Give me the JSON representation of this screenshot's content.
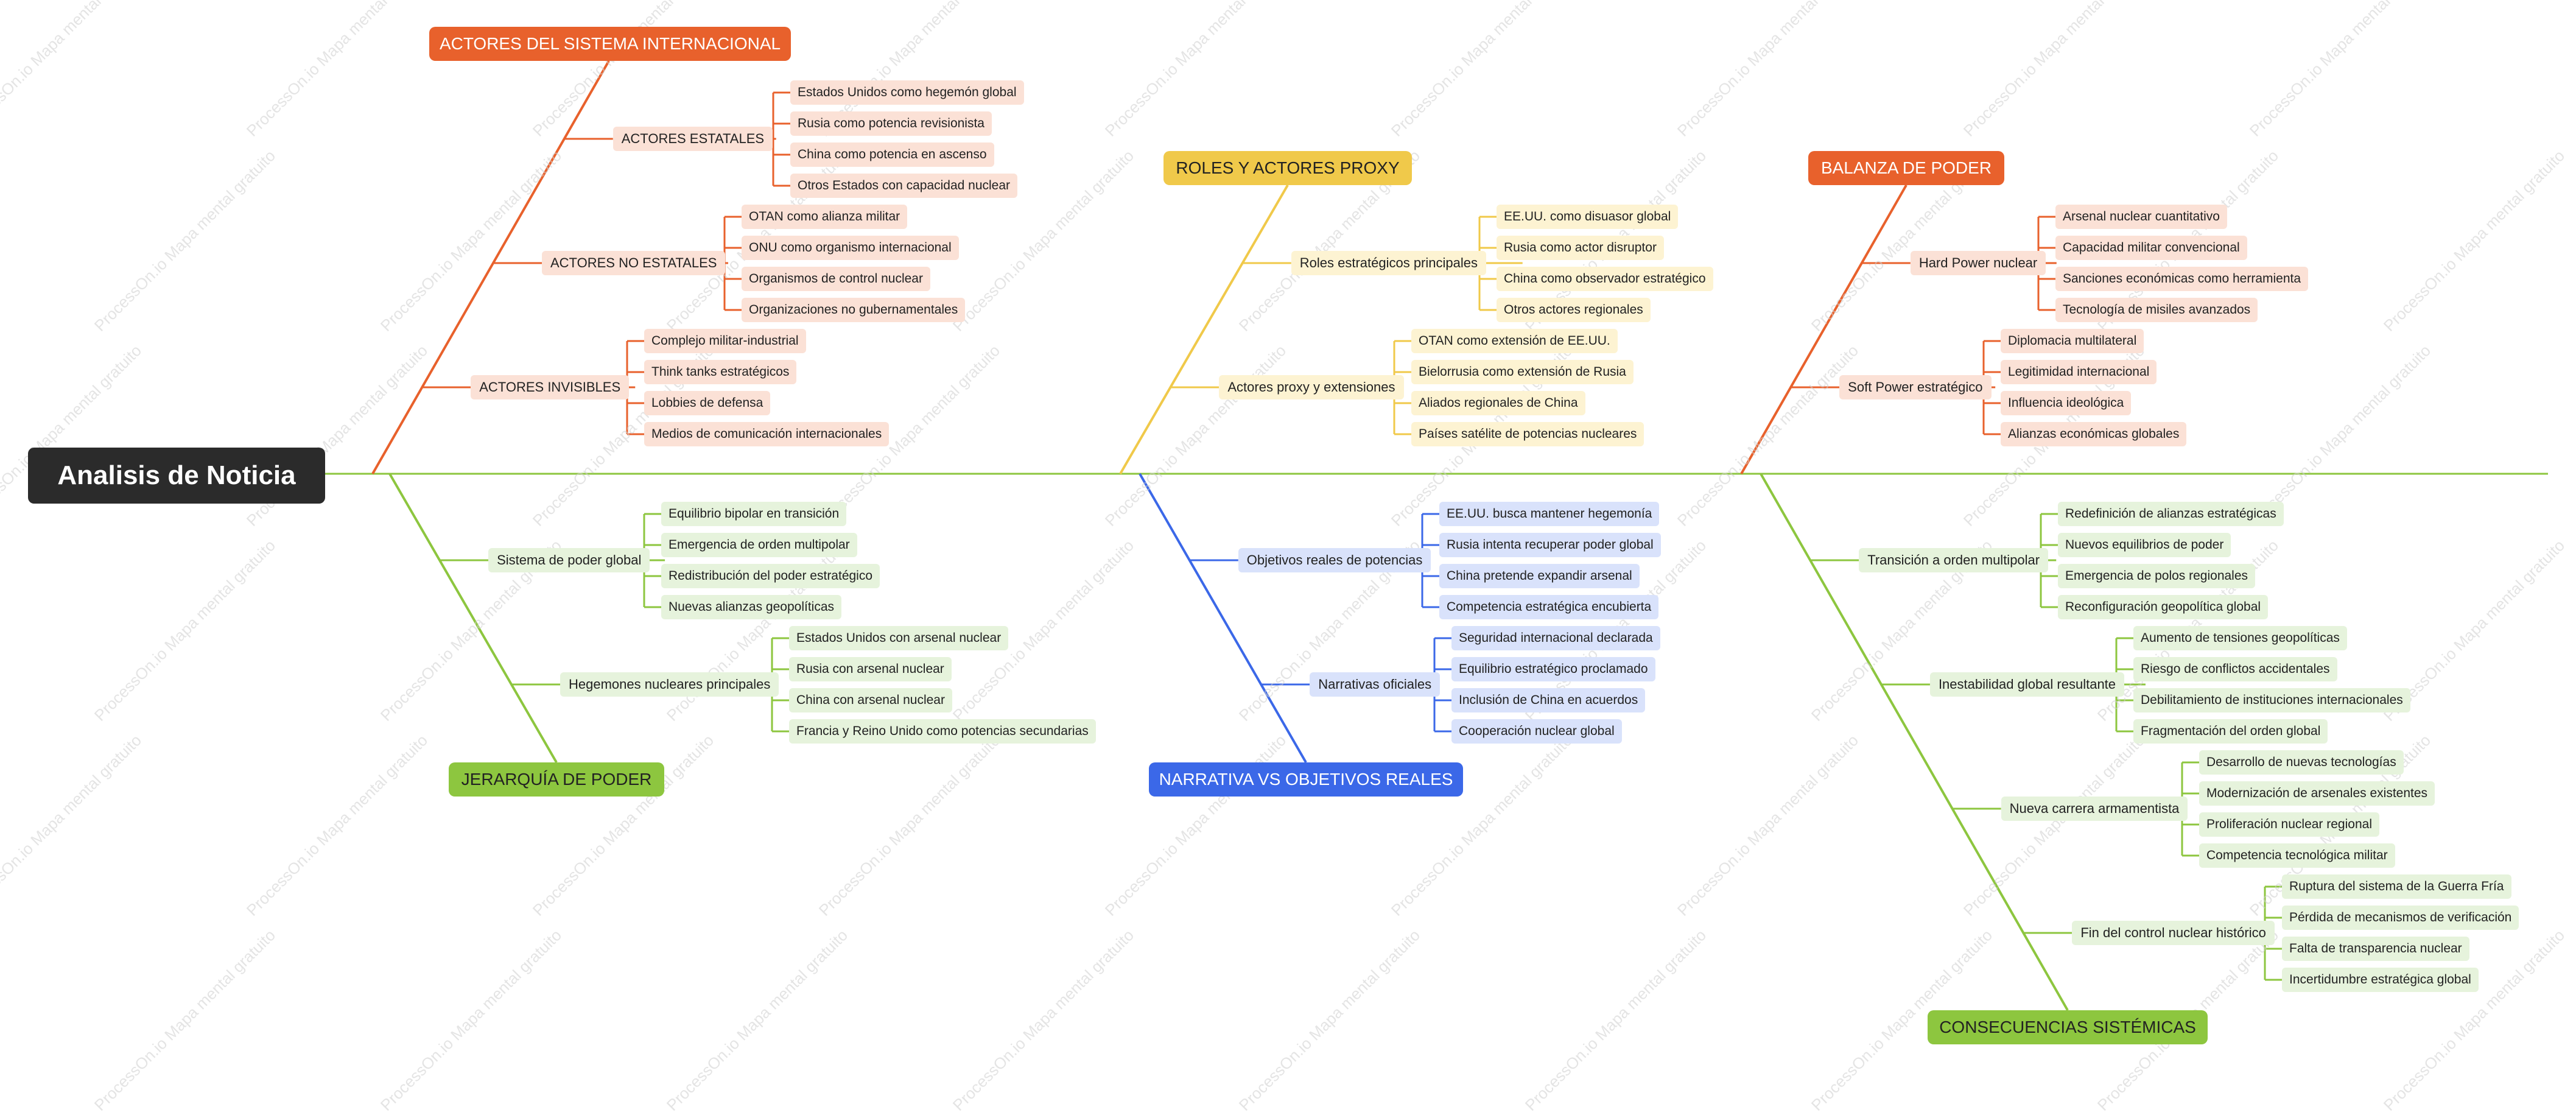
{
  "root": {
    "label": "Analisis de Noticia"
  },
  "watermark": "ProcessOn.io Mapa mental gratuito",
  "colors": {
    "orange": "#e8612c",
    "yellow": "#f0c94a",
    "green": "#8dc63f",
    "blue": "#3b68e8",
    "root": "#2b2b2b"
  },
  "branches": {
    "actores": {
      "title": "ACTORES DEL SISTEMA INTERNACIONAL",
      "subs": [
        {
          "label": "ACTORES ESTATALES",
          "leaves": [
            "Estados Unidos como hegemón global",
            "Rusia como potencia revisionista",
            "China como potencia en ascenso",
            "Otros Estados con capacidad nuclear"
          ]
        },
        {
          "label": "ACTORES NO ESTATALES",
          "leaves": [
            "OTAN como alianza militar",
            "ONU como organismo internacional",
            "Organismos de control nuclear",
            "Organizaciones no gubernamentales"
          ]
        },
        {
          "label": "ACTORES INVISIBLES",
          "leaves": [
            "Complejo militar-industrial",
            "Think tanks estratégicos",
            "Lobbies de defensa",
            "Medios de comunicación internacionales"
          ]
        }
      ]
    },
    "roles": {
      "title": "ROLES Y ACTORES PROXY",
      "subs": [
        {
          "label": "Roles estratégicos principales",
          "leaves": [
            "EE.UU. como disuasor global",
            "Rusia como actor disruptor",
            "China como observador estratégico",
            "Otros actores regionales"
          ]
        },
        {
          "label": "Actores proxy y extensiones",
          "leaves": [
            "OTAN como extensión de EE.UU.",
            "Bielorrusia como extensión de Rusia",
            "Aliados regionales de China",
            "Países satélite de potencias nucleares"
          ]
        }
      ]
    },
    "balanza": {
      "title": "BALANZA DE PODER",
      "subs": [
        {
          "label": "Hard Power nuclear",
          "leaves": [
            "Arsenal nuclear cuantitativo",
            "Capacidad militar convencional",
            "Sanciones económicas como herramienta",
            "Tecnología de misiles avanzados"
          ]
        },
        {
          "label": "Soft Power estratégico",
          "leaves": [
            "Diplomacia multilateral",
            "Legitimidad internacional",
            "Influencia ideológica",
            "Alianzas económicas globales"
          ]
        }
      ]
    },
    "jerarquia": {
      "title": "JERARQUÍA DE PODER",
      "subs": [
        {
          "label": "Sistema de poder global",
          "leaves": [
            "Equilibrio bipolar en transición",
            "Emergencia de orden multipolar",
            "Redistribución del poder estratégico",
            "Nuevas alianzas geopolíticas"
          ]
        },
        {
          "label": "Hegemones nucleares principales",
          "leaves": [
            "Estados Unidos con arsenal nuclear",
            "Rusia con arsenal nuclear",
            "China con arsenal nuclear",
            "Francia y Reino Unido como potencias secundarias"
          ]
        }
      ]
    },
    "narrativa": {
      "title": "NARRATIVA VS OBJETIVOS REALES",
      "subs": [
        {
          "label": "Objetivos reales de potencias",
          "leaves": [
            "EE.UU. busca mantener hegemonía",
            "Rusia intenta recuperar poder global",
            "China pretende expandir arsenal",
            "Competencia estratégica encubierta"
          ]
        },
        {
          "label": "Narrativas oficiales",
          "leaves": [
            "Seguridad internacional declarada",
            "Equilibrio estratégico proclamado",
            "Inclusión de China en acuerdos",
            "Cooperación nuclear global"
          ]
        }
      ]
    },
    "consecuencias": {
      "title": "CONSECUENCIAS SISTÉMICAS",
      "subs": [
        {
          "label": "Transición a orden multipolar",
          "leaves": [
            "Redefinición de alianzas estratégicas",
            "Nuevos equilibrios de poder",
            "Emergencia de polos regionales",
            "Reconfiguración geopolítica global"
          ]
        },
        {
          "label": "Inestabilidad global resultante",
          "leaves": [
            "Aumento de tensiones geopolíticas",
            "Riesgo de conflictos accidentales",
            "Debilitamiento de instituciones internacionales",
            "Fragmentación del orden global"
          ]
        },
        {
          "label": "Nueva carrera armamentista",
          "leaves": [
            "Desarrollo de nuevas tecnologías",
            "Modernización de arsenales existentes",
            "Proliferación nuclear regional",
            "Competencia tecnológica militar"
          ]
        },
        {
          "label": "Fin del control nuclear histórico",
          "leaves": [
            "Ruptura del sistema de la Guerra Fría",
            "Pérdida de mecanismos de verificación",
            "Falta de transparencia nuclear",
            "Incertidumbre estratégica global"
          ]
        }
      ]
    }
  }
}
